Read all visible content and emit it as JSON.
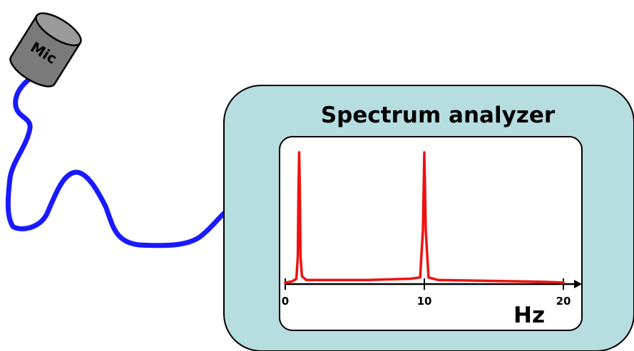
{
  "microphone": {
    "label": "Mic",
    "body_color": "#7a7a7a"
  },
  "cable": {
    "color": "#1a1aff"
  },
  "analyzer": {
    "title": "Spectrum analyzer",
    "panel_color": "#b6dde0",
    "screen_color": "#ffffff"
  },
  "chart_data": {
    "type": "line",
    "title": "",
    "xlabel": "Hz",
    "ylabel": "",
    "xlim": [
      0,
      20
    ],
    "ylim": [
      0,
      1
    ],
    "x_ticks": [
      0,
      10,
      20
    ],
    "tick_labels": [
      "0",
      "10",
      "20"
    ],
    "grid": false,
    "series": [
      {
        "color": "#ee1111",
        "peaks": [
          {
            "x": 1.0,
            "y": 1.0
          },
          {
            "x": 10.0,
            "y": 1.0
          }
        ],
        "x": [
          0,
          0.5,
          0.8,
          0.9,
          0.95,
          1.0,
          1.05,
          1.1,
          1.2,
          1.5,
          3,
          6,
          9,
          9.7,
          9.9,
          10.0,
          10.1,
          10.3,
          11,
          14,
          17,
          19,
          20
        ],
        "y": [
          0.0,
          0.01,
          0.03,
          0.2,
          0.7,
          1.0,
          0.7,
          0.2,
          0.05,
          0.02,
          0.02,
          0.02,
          0.03,
          0.04,
          0.4,
          1.0,
          0.4,
          0.04,
          0.02,
          0.015,
          0.01,
          0.005,
          0.0
        ]
      }
    ]
  }
}
